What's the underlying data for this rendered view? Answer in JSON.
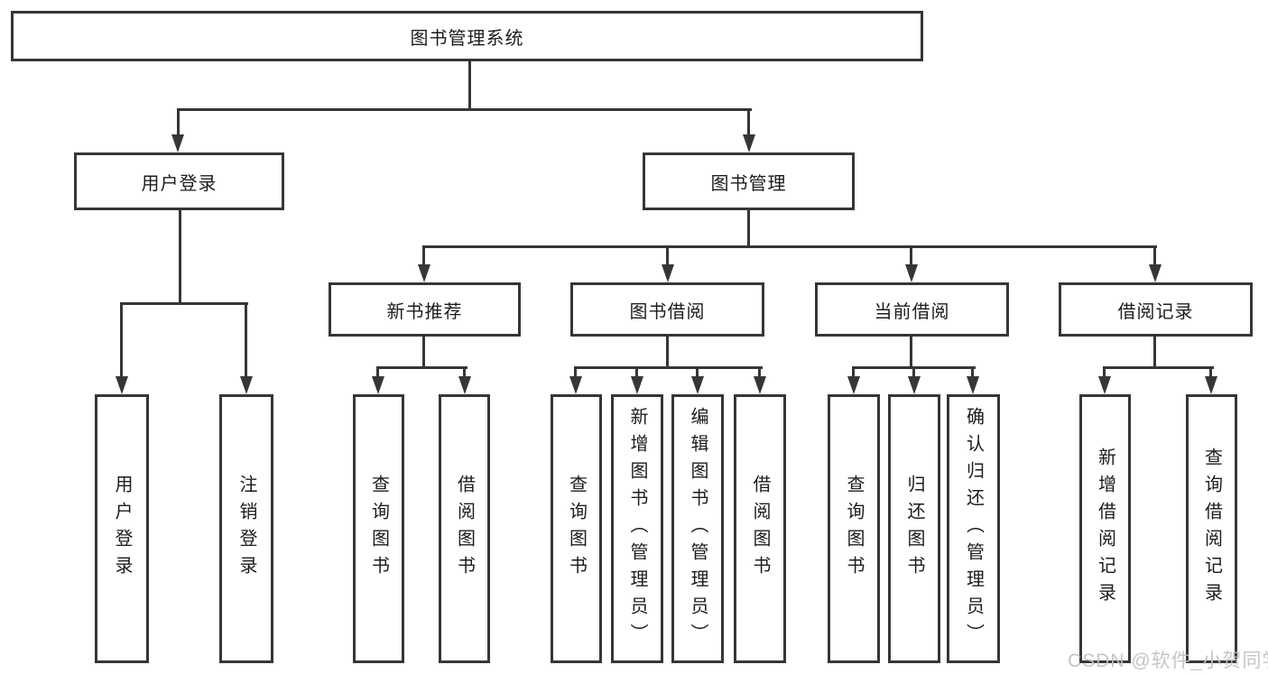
{
  "colors": {
    "line": "#363636",
    "text": "#1c1c1c",
    "watermark": "#c5c1c1",
    "background": "#ffffff"
  },
  "watermark": {
    "text": "CSDN @软件_小贺同学"
  },
  "tree": {
    "label": "图书管理系统",
    "children": [
      {
        "label": "用户登录",
        "children": [
          {
            "label": "用户登录"
          },
          {
            "label": "注销登录"
          }
        ]
      },
      {
        "label": "图书管理",
        "children": [
          {
            "label": "新书推荐",
            "children": [
              {
                "label": "查询图书"
              },
              {
                "label": "借阅图书"
              }
            ]
          },
          {
            "label": "图书借阅",
            "children": [
              {
                "label": "查询图书"
              },
              {
                "label": "新增图书（管理员）"
              },
              {
                "label": "编辑图书（管理员）"
              },
              {
                "label": "借阅图书"
              }
            ]
          },
          {
            "label": "当前借阅",
            "children": [
              {
                "label": "查询图书"
              },
              {
                "label": "归还图书"
              },
              {
                "label": "确认归还（管理员）"
              }
            ]
          },
          {
            "label": "借阅记录",
            "children": [
              {
                "label": "新增借阅记录"
              },
              {
                "label": "查询借阅记录"
              }
            ]
          }
        ]
      }
    ]
  }
}
